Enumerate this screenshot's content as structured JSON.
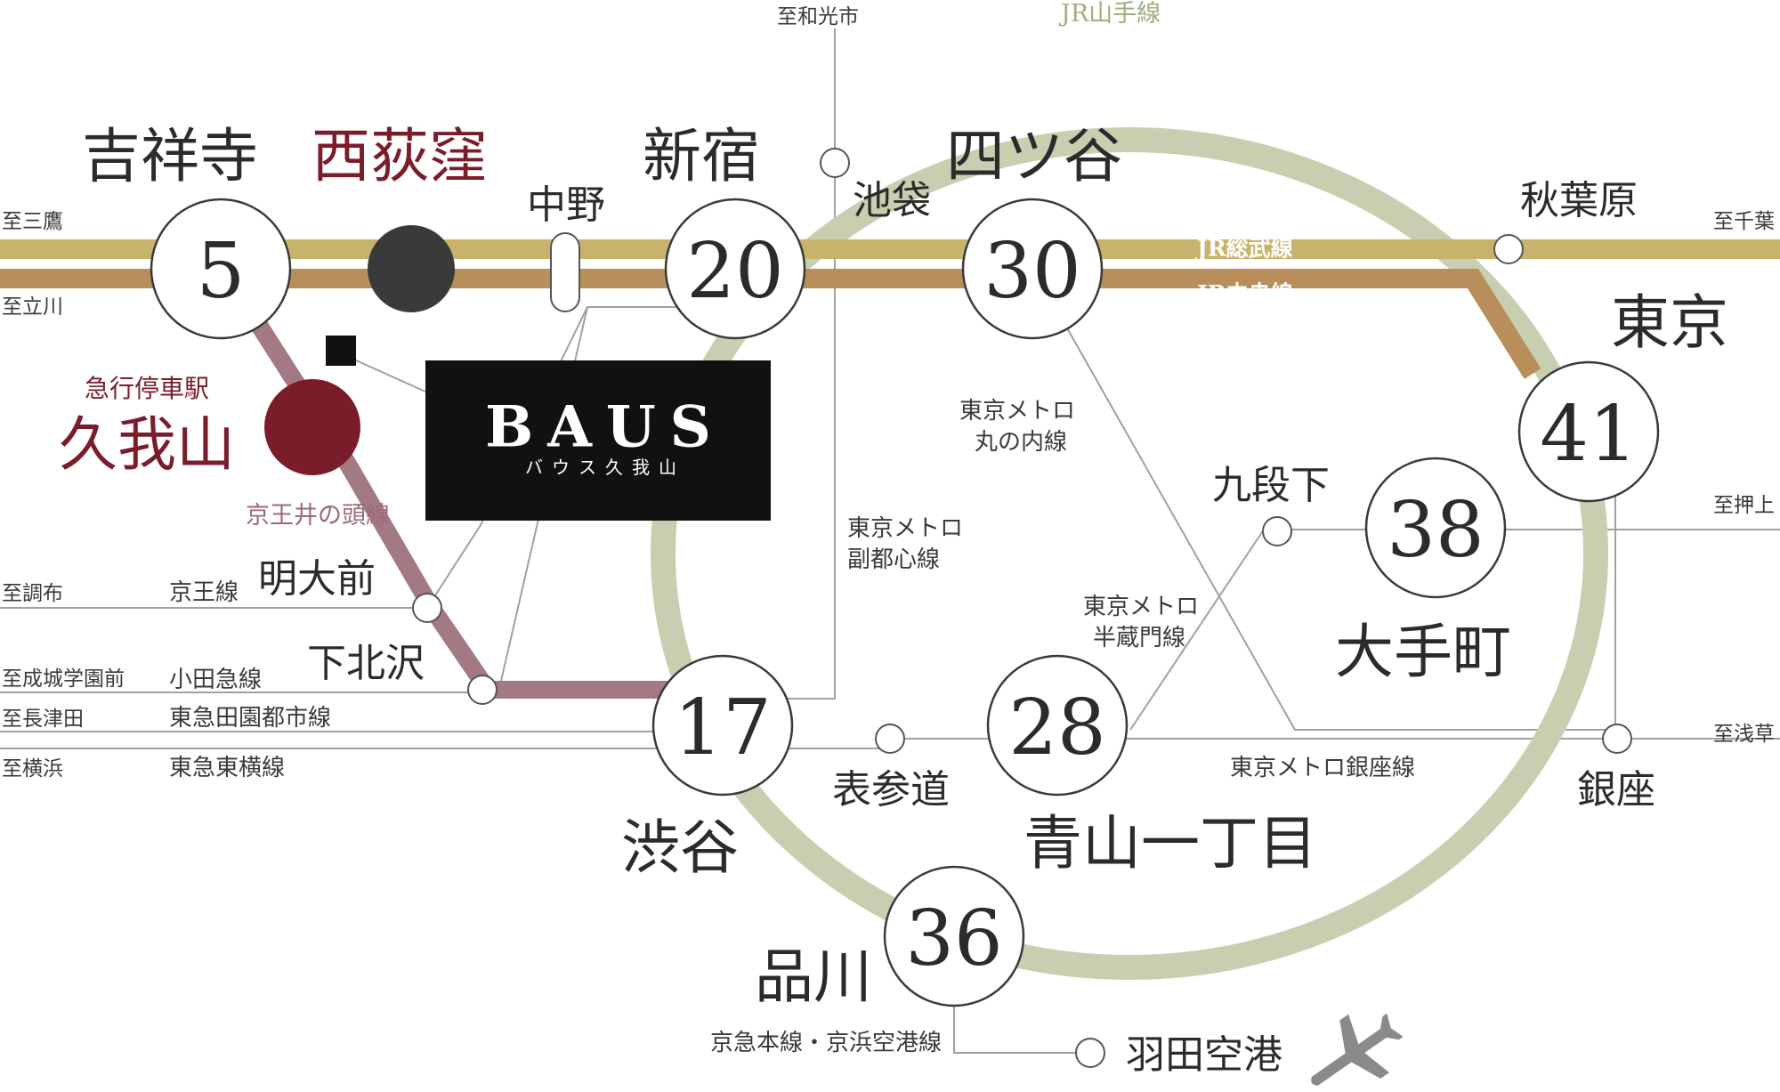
{
  "map": {
    "colors": {
      "yamanote": "#c8cfb0",
      "sobu": "#c7b36c",
      "chuo": "#b88f5a",
      "inokashira": "#a37a83",
      "accent": "#7a1c2a",
      "nishiogikubo_dot": "#3a3a3a",
      "thin_line": "#9a9a9a"
    },
    "jr_lines": {
      "yamanote": "JR山手線",
      "sobu": "JR総武線",
      "chuo": "JR中央線"
    },
    "minutes": {
      "kichijoji": "5",
      "shinjuku": "20",
      "yotsuya": "30",
      "tokyo": "41",
      "otemachi": "38",
      "aoyama": "28",
      "shibuya": "17",
      "shinagawa": "36"
    },
    "stations": {
      "kichijoji": "吉祥寺",
      "nishiogikubo": "西荻窪",
      "nakano": "中野",
      "shinjuku": "新宿",
      "ikebukuro": "池袋",
      "yotsuya": "四ツ谷",
      "akihabara": "秋葉原",
      "tokyo": "東京",
      "kugayama": "久我山",
      "kugayama_note": "急行停車駅",
      "meidaimae": "明大前",
      "shimokitazawa": "下北沢",
      "kudanshita": "九段下",
      "otemachi": "大手町",
      "omotesando": "表参道",
      "aoyama": "青山一丁目",
      "shibuya": "渋谷",
      "ginza": "銀座",
      "shinagawa": "品川",
      "haneda": "羽田空港"
    },
    "lines": {
      "inokashira": "京王井の頭線",
      "keio": "京王線",
      "odakyu": "小田急線",
      "denentoshi": "東急田園都市線",
      "toyoko": "東急東横線",
      "marunouchi_1": "東京メトロ",
      "marunouchi_2": "丸の内線",
      "fukutoshin_1": "東京メトロ",
      "fukutoshin_2": "副都心線",
      "hanzomon_1": "東京メトロ",
      "hanzomon_2": "半蔵門線",
      "ginza_line": "東京メトロ銀座線",
      "keikyu": "京急本線・京浜空港線"
    },
    "destinations": {
      "mitaka": "至三鷹",
      "tachikawa": "至立川",
      "chofu": "至調布",
      "seijo": "至成城学園前",
      "nagatsuta": "至長津田",
      "yokohama": "至横浜",
      "wakoshi": "至和光市",
      "chiba": "至千葉",
      "oshiage": "至押上",
      "asakusa": "至浅草"
    },
    "baus": {
      "logo": "BAUS",
      "sub": "バウス久我山"
    },
    "icons": {
      "airport": "airplane-icon"
    }
  }
}
